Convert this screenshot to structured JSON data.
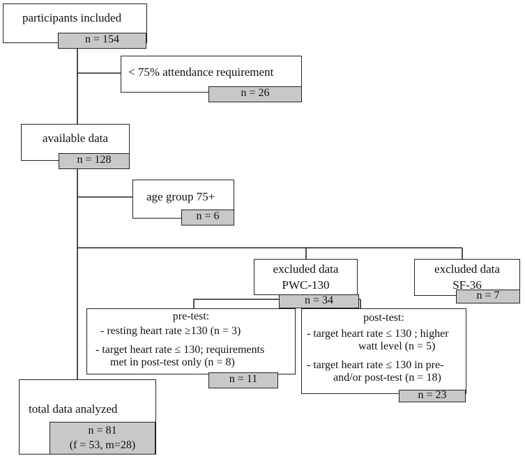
{
  "nodes": {
    "participants": {
      "label": "participants included",
      "count": "n = 154"
    },
    "attendance": {
      "label": "< 75% attendance requirement",
      "count": "n = 26"
    },
    "available": {
      "label": "available data",
      "count": "n = 128"
    },
    "age": {
      "label": "age group 75+",
      "count": "n = 6"
    },
    "pwc": {
      "label1": "excluded data",
      "label2": "PWC-130",
      "count": "n = 34"
    },
    "sf36": {
      "label1": "excluded data",
      "label2": "SF-36",
      "count": "n = 7"
    },
    "pretest": {
      "title": "pre-test:",
      "item1": "- resting heart rate ≥130 (n = 3)",
      "item2a": "- target heart rate ≤ 130; requirements",
      "item2b": "met in post-test only (n = 8)",
      "count": "n = 11"
    },
    "posttest": {
      "title": "post-test:",
      "item1a": "- target heart rate ≤ 130 ; higher",
      "item1b": "watt level (n = 5)",
      "item2a": "- target heart rate ≤ 130 in pre-",
      "item2b": "and/or post-test (n = 18)",
      "count": "n = 23"
    },
    "total": {
      "label": "total data analyzed",
      "count": "n = 81",
      "detail": "(f = 53, m=28)"
    }
  }
}
